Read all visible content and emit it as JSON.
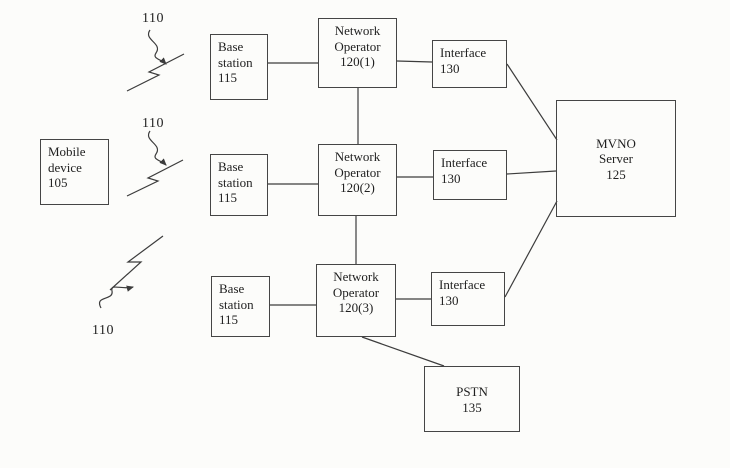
{
  "figure": {
    "background_color": "#fcfcfa",
    "line_color": "#3c3c3c",
    "type": "block-diagram"
  },
  "nodes": {
    "mobile_device": {
      "lines": [
        "Mobile",
        "device",
        "105"
      ]
    },
    "base_station_1": {
      "lines": [
        "Base",
        "station",
        "115"
      ]
    },
    "network_operator_1": {
      "lines": [
        "Network",
        "Operator",
        "120(1)"
      ]
    },
    "interface_1": {
      "lines": [
        "Interface",
        "130"
      ]
    },
    "base_station_2": {
      "lines": [
        "Base",
        "station",
        "115"
      ]
    },
    "network_operator_2": {
      "lines": [
        "Network",
        "Operator",
        "120(2)"
      ]
    },
    "interface_2": {
      "lines": [
        "Interface",
        "130"
      ]
    },
    "base_station_3": {
      "lines": [
        "Base",
        "station",
        "115"
      ]
    },
    "network_operator_3": {
      "lines": [
        "Network",
        "Operator",
        "120(3)"
      ]
    },
    "interface_3": {
      "lines": [
        "Interface",
        "130"
      ]
    },
    "mvno_server": {
      "lines": [
        "MVNO",
        "Server",
        "125"
      ]
    },
    "pstn": {
      "lines": [
        "PSTN",
        "135"
      ]
    }
  },
  "labels": {
    "wireless_ref_top": "110",
    "wireless_ref_middle": "110",
    "wireless_ref_bottom": "110"
  }
}
